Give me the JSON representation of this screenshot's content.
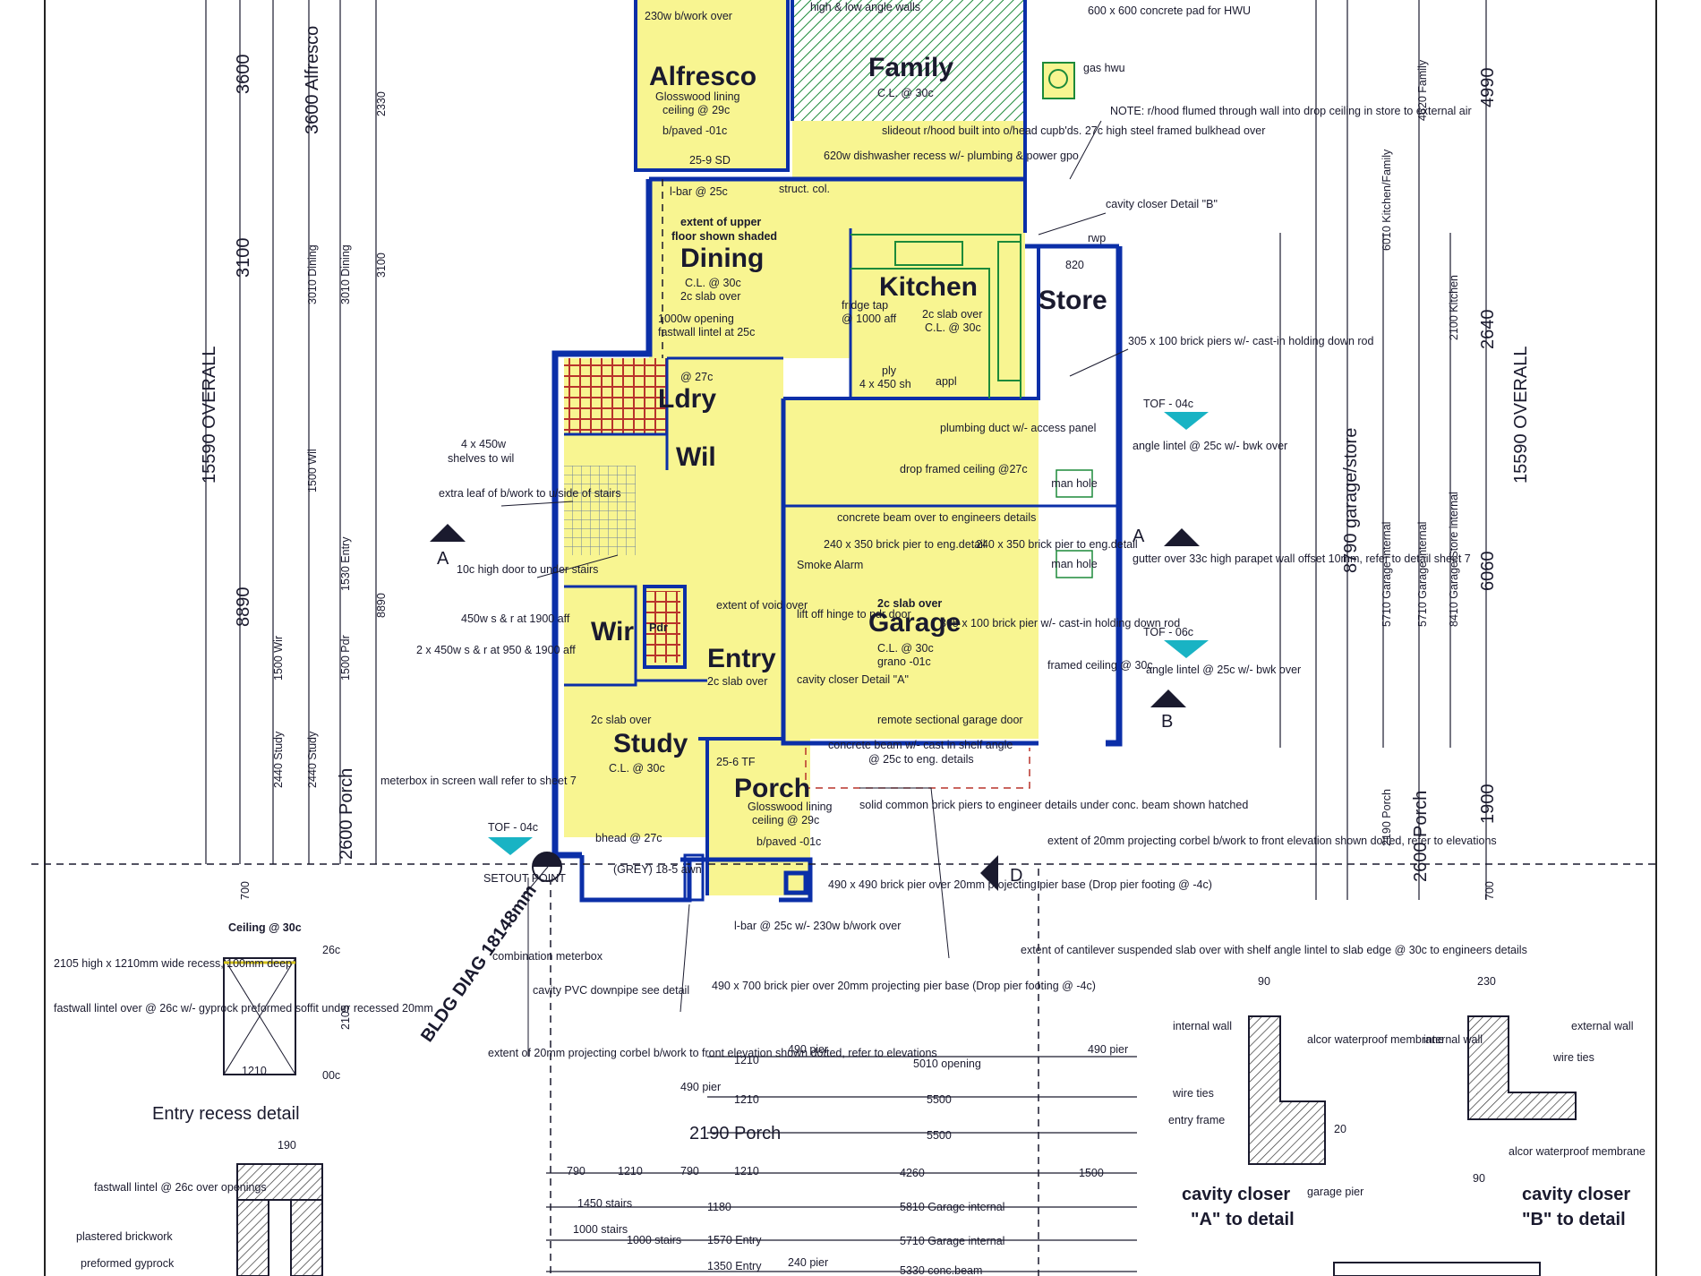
{
  "rooms": {
    "alfresco": {
      "name": "Alfresco",
      "n1": "Glosswood lining",
      "n2": "ceiling @ 29c",
      "n3": "b/paved -01c",
      "n4": "25-9 SD",
      "top": "230w b/work over"
    },
    "family": {
      "name": "Family",
      "n1": "C.L. @ 30c",
      "top": "high & low angle walls"
    },
    "dining": {
      "name": "Dining",
      "n0a": "extent of upper",
      "n0b": "floor shown shaded",
      "n1": "C.L. @ 30c",
      "n2": "2c slab over",
      "n3": "1000w opening",
      "n4": "fastwall lintel at 25c",
      "lbar": "l-bar @ 25c"
    },
    "kitchen": {
      "name": "Kitchen",
      "n1": "2c slab over",
      "n2": "C.L. @ 30c",
      "fridge": "fridge tap",
      "fridge2": "@ 1000 aff",
      "ply": "ply",
      "shelves": "4 x 450 sh",
      "appl": "appl"
    },
    "store": {
      "name": "Store",
      "d": "820"
    },
    "ldry": {
      "name": "Ldry",
      "n1": "@ 27c"
    },
    "wil": {
      "name": "Wil",
      "shelves": "4 x 450w",
      "shelves2": "shelves to wil"
    },
    "garage": {
      "name": "Garage",
      "n0": "2c slab over",
      "n1": "C.L. @ 30c",
      "n2": "grano -01c",
      "beam1": "concrete beam over to engineers details",
      "beam2": "concrete beam w/- cast in shelf angle",
      "beam3": "@ 25c to eng. details",
      "door": "remote sectional garage door"
    },
    "entry": {
      "name": "Entry",
      "n1": "2c slab over"
    },
    "wir": {
      "name": "Wir",
      "pdr": "Pdr"
    },
    "study": {
      "name": "Study",
      "n0": "2c slab over",
      "n1": "C.L. @ 30c",
      "bhead": "bhead @ 27c"
    },
    "porch": {
      "name": "Porch",
      "n1": "Glosswood lining",
      "n2": "ceiling @ 29c",
      "n3": "b/paved -01c",
      "n4": "25-6 TF"
    }
  },
  "notes": {
    "hwu": "600 x 600 concrete pad for HWU",
    "gas": "gas hwu",
    "rhood": "NOTE: r/hood flumed through wall into drop ceiling in store to external air",
    "dishwasher": "620w dishwasher recess w/- plumbing & power gpo",
    "slideout": "slideout r/hood built into o/head cupb'ds. 27c high steel framed bulkhead over",
    "struct": "struct. col.",
    "cavity_b": "cavity closer Detail \"B\"",
    "rwp": "rwp",
    "brickpier_305": "305 x 100 brick piers w/- cast-in holding down rod",
    "plumbing": "plumbing duct w/- access panel",
    "dropframed": "drop framed ceiling @27c",
    "angle_lintel": "angle lintel @ 25c w/- bwk over",
    "gutter": "gutter over 33c high parapet wall offset 10mm, refer to detail sheet 7",
    "pier240a": "240 x 350 brick pier to eng.detail",
    "pier240b": "240 x 350 brick pier to eng.detail",
    "pier305": "305 x 100 brick pier w/- cast-in holding down rod",
    "framed": "framed ceiling @ 30c",
    "smoke": "Smoke Alarm",
    "hinge": "lift off hinge to pdr door",
    "void": "extent of void over",
    "cavity_a": "cavity closer Detail \"A\"",
    "extra_leaf": "extra leaf of b/work to u/side of stairs",
    "door_under": "10c high door to under stairs",
    "shelf_450": "450w s & r at 1900 aff",
    "shelf_2x450": "2 x 450w s & r at 950 & 1900 aff",
    "meterbox": "meterbox in screen wall refer to sheet 7",
    "setout": "SETOUT POINT",
    "combination": "combination meterbox",
    "pvc": "cavity PVC downpipe see detail",
    "bldg_diag": "BLDG DIAG 18148mm",
    "pier490": "490 x 490 brick pier over 20mm projecting pier base (Drop pier footing @ -4c)",
    "lbar230": "l-bar @ 25c w/- 230w b/work over",
    "pier490x700": "490 x 700 brick pier over 20mm projecting pier base (Drop pier footing @ -4c)",
    "corbel_front": "extent of 20mm projecting corbel b/work to front elevation shown dotted, refer to elevations",
    "solid_common": "solid common brick piers to engineer details under conc. beam shown hatched",
    "corbel_side": "extent of 20mm projecting corbel b/work to front elevation shown dotted, refer to elevations",
    "cantilever": "extent of cantilever suspended slab over with shelf angle lintel to slab edge @ 30c to engineers details",
    "grey": "(GREY) 18-5 awn",
    "tof04a": "TOF - 04c",
    "tof04b": "TOF - 04c",
    "tof06": "TOF - 06c",
    "man_hole": "man hole"
  },
  "section_marks": {
    "a": "A",
    "b": "B",
    "d": "D"
  },
  "dims_left": {
    "overall": "15590 OVERALL",
    "d3600": "3600",
    "alfresco": "3600 Alfresco",
    "d3100": "3100",
    "dining": "3010 Dining",
    "dining2": "3010 Dining",
    "d3100b": "3100",
    "d8890": "8890",
    "d8890b": "8890",
    "porch": "2600 Porch",
    "d700": "700",
    "entry": "1530 Entry",
    "wil": "1500 Wil",
    "wir": "1500 Wir",
    "pdr": "1500 Pdr",
    "study": "2440 Study",
    "study2": "2440 Study",
    "d2330": "2330"
  },
  "dims_right": {
    "overall": "15590 OVERALL",
    "d4990": "4990",
    "family": "4620 Family",
    "kitchen": "6010 Kitchen/Family",
    "d2640": "2640",
    "garage_store": "8790 garage/store",
    "d6060": "6060",
    "g_internal": "5710 Garage internal",
    "g_internal2": "5710 Garage internal",
    "g_store": "8410 Garage/Store internal",
    "d1900": "1900",
    "porch": "2600 Porch",
    "porch2": "2190 Porch",
    "d700": "700",
    "kitchen2": "2100 Kitchen"
  },
  "dims_bottom": {
    "r1a": "1210",
    "r1b": "490 pier",
    "r1c": "5010 opening",
    "r1d": "490 pier",
    "r2a": "490 pier",
    "r2b": "1210",
    "r2c": "5500",
    "porch": "2190 Porch",
    "r3": "5500",
    "r4a": "790",
    "r4b": "1210",
    "r4c": "790",
    "r4d": "1210",
    "r4e": "4260",
    "r4f": "1500",
    "stairs": "1450 stairs",
    "s1180": "1180",
    "garage_int": "5810 Garage internal",
    "stairs2": "1000 stairs",
    "stairs3": "1000 stairs",
    "entry": "1570 Entry",
    "garage_int2": "5710 Garage internal",
    "entry2": "1350 Entry",
    "pier240": "240 pier",
    "conc": "5330 conc.beam"
  },
  "entry_recess": {
    "title": "Entry recess detail",
    "ceiling": "Ceiling @ 30c",
    "recess": "2105 high x 1210mm wide recess, 100mm deep",
    "lintel": "fastwall lintel over @ 26c w/- gyprock preformed soffit under recessed 20mm",
    "w": "1210",
    "h": "2105",
    "top": "26c",
    "bot": "00c"
  },
  "lower_detail": {
    "w": "190",
    "n1": "fastwall lintel @ 26c over openings",
    "n2": "plastered brickwork",
    "n3": "preformed gyprock"
  },
  "detail_a": {
    "title": "cavity closer",
    "sub": "\"A\" to detail",
    "internal": "internal wall",
    "membrane": "alcor waterproof membrane",
    "wire": "wire ties",
    "frame": "entry frame",
    "pier": "garage pier",
    "d90": "90",
    "d20": "20"
  },
  "detail_b": {
    "title": "cavity closer",
    "sub": "\"B\" to detail",
    "internal": "internal wall",
    "external": "external wall",
    "wire": "wire ties",
    "membrane": "alcor waterproof membrane",
    "d230": "230",
    "d90": "90"
  },
  "colors": {
    "fill": "#f8f591",
    "wall": "#0b2fa8",
    "line": "#1a1a2e",
    "cyan": "#19b3c4",
    "green": "#1d8a3a",
    "brick": "#b8332b"
  }
}
